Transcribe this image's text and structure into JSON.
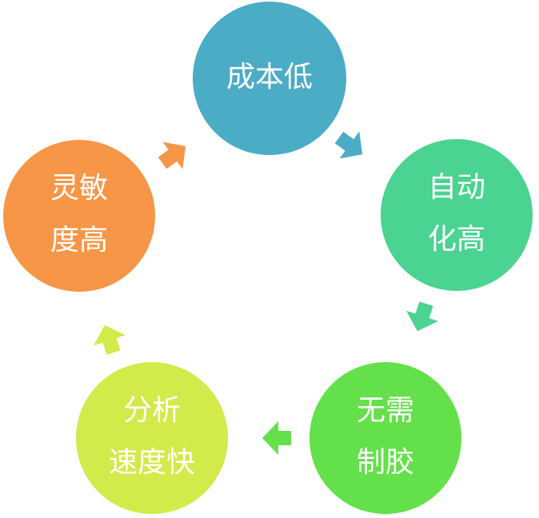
{
  "nodes": [
    {
      "id": "cost",
      "lines": [
        "成本低"
      ],
      "color": "#4BACC6"
    },
    {
      "id": "automation",
      "lines": [
        "自动",
        "化高"
      ],
      "color": "#4BD391"
    },
    {
      "id": "no-tape",
      "lines": [
        "无需",
        "制胶"
      ],
      "color": "#63E04A"
    },
    {
      "id": "analysis",
      "lines": [
        "分析",
        "速度快"
      ],
      "color": "#D3EA4B"
    },
    {
      "id": "flexibility",
      "lines": [
        "灵敏",
        "度高"
      ],
      "color": "#F79646"
    }
  ],
  "arrows": [
    {
      "from": "cost",
      "to": "automation",
      "color": "#4BACC6"
    },
    {
      "from": "automation",
      "to": "no-tape",
      "color": "#4BD391"
    },
    {
      "from": "no-tape",
      "to": "analysis",
      "color": "#63E04A"
    },
    {
      "from": "analysis",
      "to": "flexibility",
      "color": "#D3EA4B"
    },
    {
      "from": "flexibility",
      "to": "cost",
      "color": "#F79646"
    }
  ]
}
